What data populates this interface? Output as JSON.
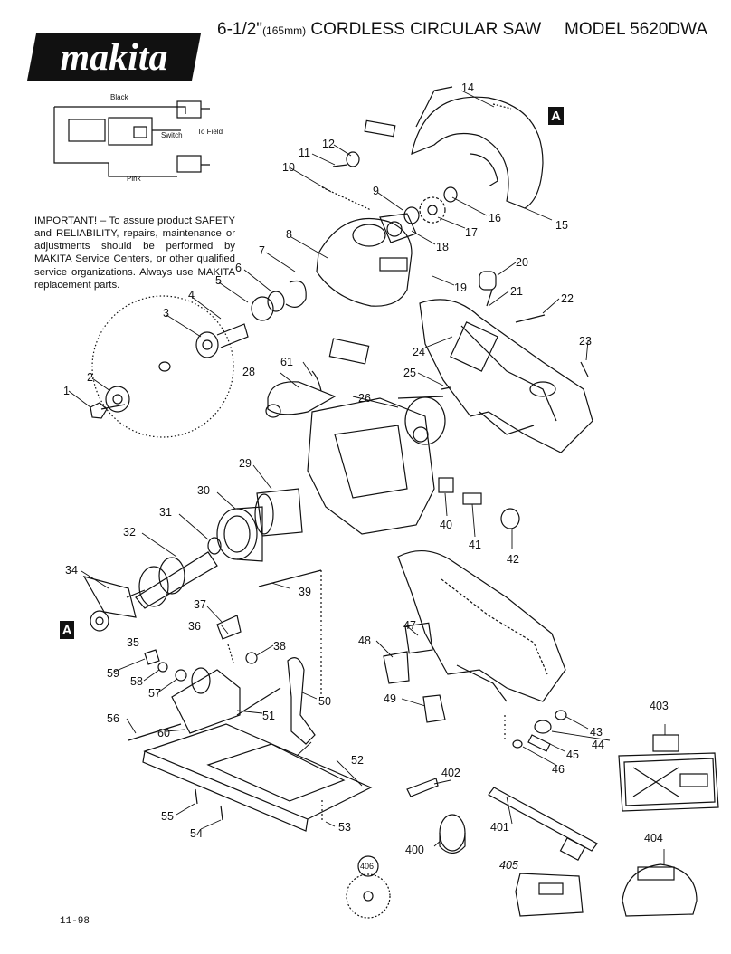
{
  "header": {
    "brand": "makita",
    "title_prefix": "6-1/2\"",
    "title_metric": "(165mm)",
    "title_main": "CORDLESS CIRCULAR SAW",
    "model": "MODEL 5620DWA"
  },
  "wiring": {
    "black_label": "Black",
    "switch_label": "Switch",
    "to_field_label": "To Field",
    "pink_label": "Pink"
  },
  "notice": {
    "text": "IMPORTANT! – To assure product SAFETY and RELIABILITY, repairs, maintenance or adjustments should be performed by MAKITA Service Centers, or other qualified service organizations. Always use MAKITA replacement parts."
  },
  "markers": {
    "section_a": "A"
  },
  "parts": [
    "1",
    "2",
    "3",
    "4",
    "5",
    "6",
    "7",
    "8",
    "9",
    "10",
    "11",
    "12",
    "14",
    "15",
    "16",
    "17",
    "18",
    "19",
    "20",
    "21",
    "22",
    "23",
    "24",
    "25",
    "26",
    "28",
    "29",
    "30",
    "31",
    "32",
    "34",
    "35",
    "36",
    "37",
    "38",
    "39",
    "40",
    "41",
    "42",
    "43",
    "44",
    "45",
    "46",
    "47",
    "48",
    "49",
    "50",
    "51",
    "52",
    "53",
    "54",
    "55",
    "56",
    "57",
    "58",
    "59",
    "60",
    "61",
    "400",
    "401",
    "402",
    "403",
    "404",
    "405",
    "406"
  ],
  "footer": {
    "date_code": "11-98"
  }
}
